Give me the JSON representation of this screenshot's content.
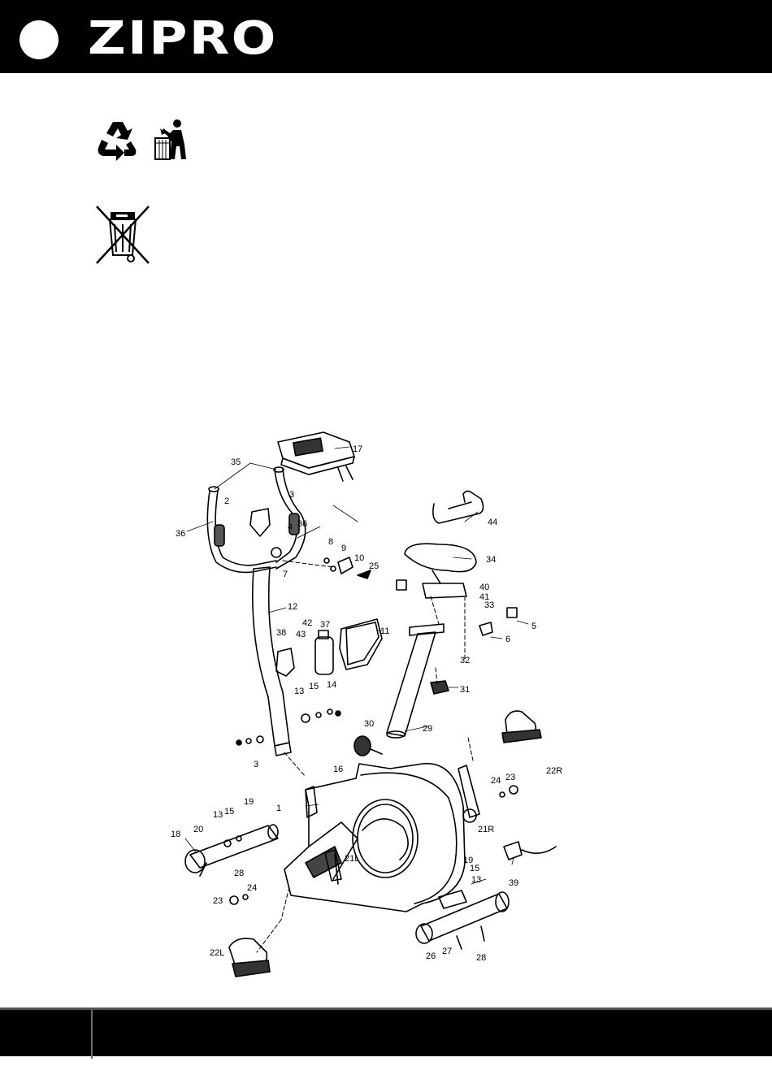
{
  "header": {
    "brand": "ZIPRO"
  },
  "icons": {
    "recycle": "recycle-icon",
    "trash": "tidyman-icon",
    "weee": "crossed-bin-icon"
  },
  "footer": {
    "page_number": ""
  },
  "diagram": {
    "labels": {
      "p1": "1",
      "p2": "2",
      "p3a": "3",
      "p3b": "3",
      "p4": "4",
      "p5": "5",
      "p6": "6",
      "p7": "7",
      "p8": "8",
      "p9": "9",
      "p10": "10",
      "p11": "11",
      "p12": "12",
      "p13a": "13",
      "p13b": "13",
      "p13c": "13",
      "p14": "14",
      "p15a": "15",
      "p15b": "15",
      "p15c": "15",
      "p16": "16",
      "p17": "17",
      "p18": "18",
      "p19a": "19",
      "p19b": "19",
      "p20": "20",
      "p21L": "21L",
      "p21R": "21R",
      "p22L": "22L",
      "p22R": "22R",
      "p23a": "23",
      "p23b": "23",
      "p24a": "24",
      "p24b": "24",
      "p25": "25",
      "p26": "26",
      "p27": "27",
      "p28a": "28",
      "p28b": "28",
      "p29": "29",
      "p30": "30",
      "p31": "31",
      "p32": "32",
      "p33": "33",
      "p34": "34",
      "p35": "35",
      "p36a": "36",
      "p36b": "36",
      "p37": "37",
      "p38": "38",
      "p39": "39",
      "p40": "40",
      "p41": "41",
      "p42": "42",
      "p43": "43",
      "p44": "44"
    }
  }
}
